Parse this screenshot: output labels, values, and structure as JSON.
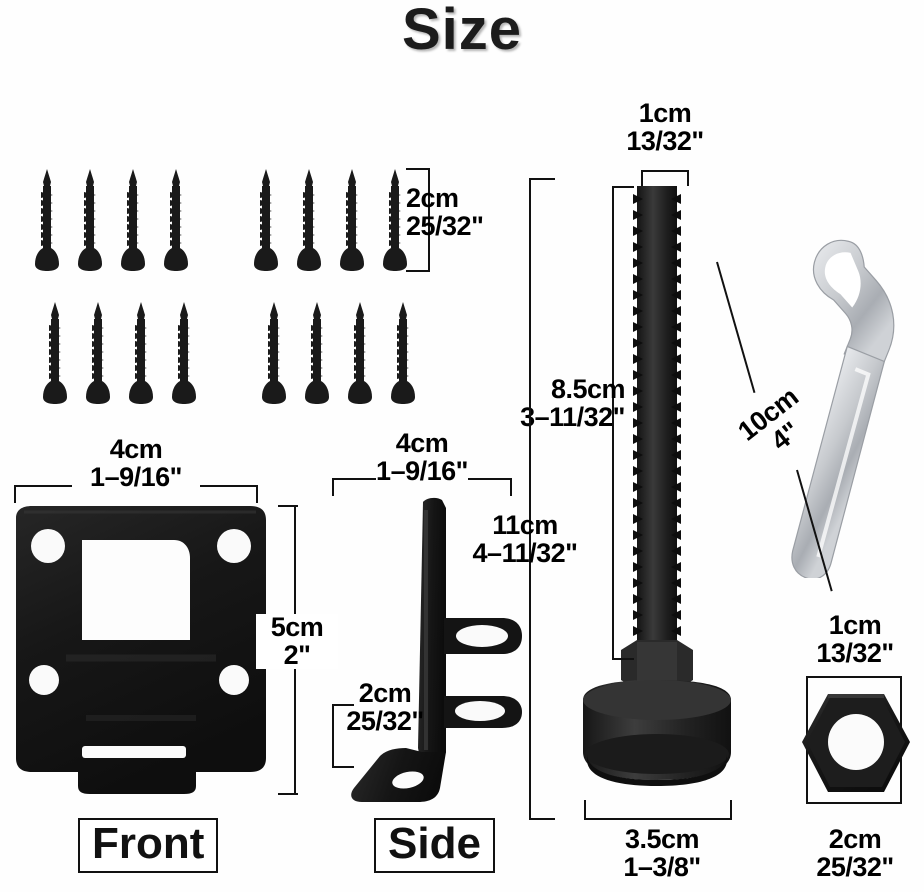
{
  "title": "Size",
  "labels": {
    "screws": {
      "cm": "2cm",
      "inch": "25/32\""
    },
    "bolt_head": {
      "cm": "1cm",
      "inch": "13/32\""
    },
    "bolt_thread": {
      "cm": "8.5cm",
      "inch": "3–11/32\""
    },
    "bolt_total": {
      "cm": "11cm",
      "inch": "4–11/32\""
    },
    "bolt_base": {
      "cm": "3.5cm",
      "inch": "1–3/8\""
    },
    "wrench": {
      "cm": "10cm",
      "inch": "4\""
    },
    "plate_width": {
      "cm": "4cm",
      "inch": "1–9/16\""
    },
    "plate_height": {
      "cm": "5cm",
      "inch": "2\""
    },
    "side_width": {
      "cm": "4cm",
      "inch": "1–9/16\""
    },
    "side_foot": {
      "cm": "2cm",
      "inch": "25/32\""
    },
    "nut_height": {
      "cm": "1cm",
      "inch": "13/32\""
    },
    "nut_width": {
      "cm": "2cm",
      "inch": "25/32\""
    }
  },
  "captions": {
    "front": "Front",
    "side": "Side"
  },
  "parts": {
    "screw_count": 16,
    "screw_rows": 2,
    "screw_groups_per_row": 2,
    "screws_per_group": 4
  },
  "colors": {
    "part_black": "#1a1a1a",
    "metal_light": "#d8dade",
    "metal_mid": "#b9bcc2",
    "line": "#111111",
    "background": "#ffffff"
  }
}
